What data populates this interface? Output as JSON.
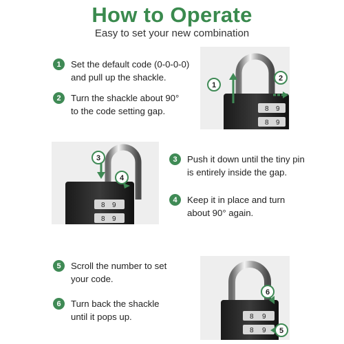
{
  "header": {
    "title": "How to Operate",
    "subtitle": "Easy to set your new combination"
  },
  "steps": [
    {
      "number": "1",
      "text": "Set the default code (0-0-0-0)\nand pull up the shackle."
    },
    {
      "number": "2",
      "text": "Turn the shackle about 90°\nto the code setting gap."
    },
    {
      "number": "3",
      "text": "Push it down until the tiny pin\nis entirely inside the gap."
    },
    {
      "number": "4",
      "text": "Keep it in place and turn\nabout 90° again."
    },
    {
      "number": "5",
      "text": "Scroll the number to set\nyour code."
    },
    {
      "number": "6",
      "text": "Turn back the shackle\nuntil it pops up."
    }
  ],
  "panels": {
    "p1": {
      "badges": [
        "1",
        "2"
      ],
      "dials": [
        "8",
        "9"
      ]
    },
    "p2": {
      "badges": [
        "3",
        "4"
      ],
      "dials": [
        "8",
        "9"
      ]
    },
    "p3": {
      "badges": [
        "6",
        "5"
      ],
      "dials": [
        "8",
        "9"
      ]
    }
  },
  "colors": {
    "accent": "#3a8a4e",
    "badge": "#3f8a55",
    "panel": "#eeeeee"
  }
}
